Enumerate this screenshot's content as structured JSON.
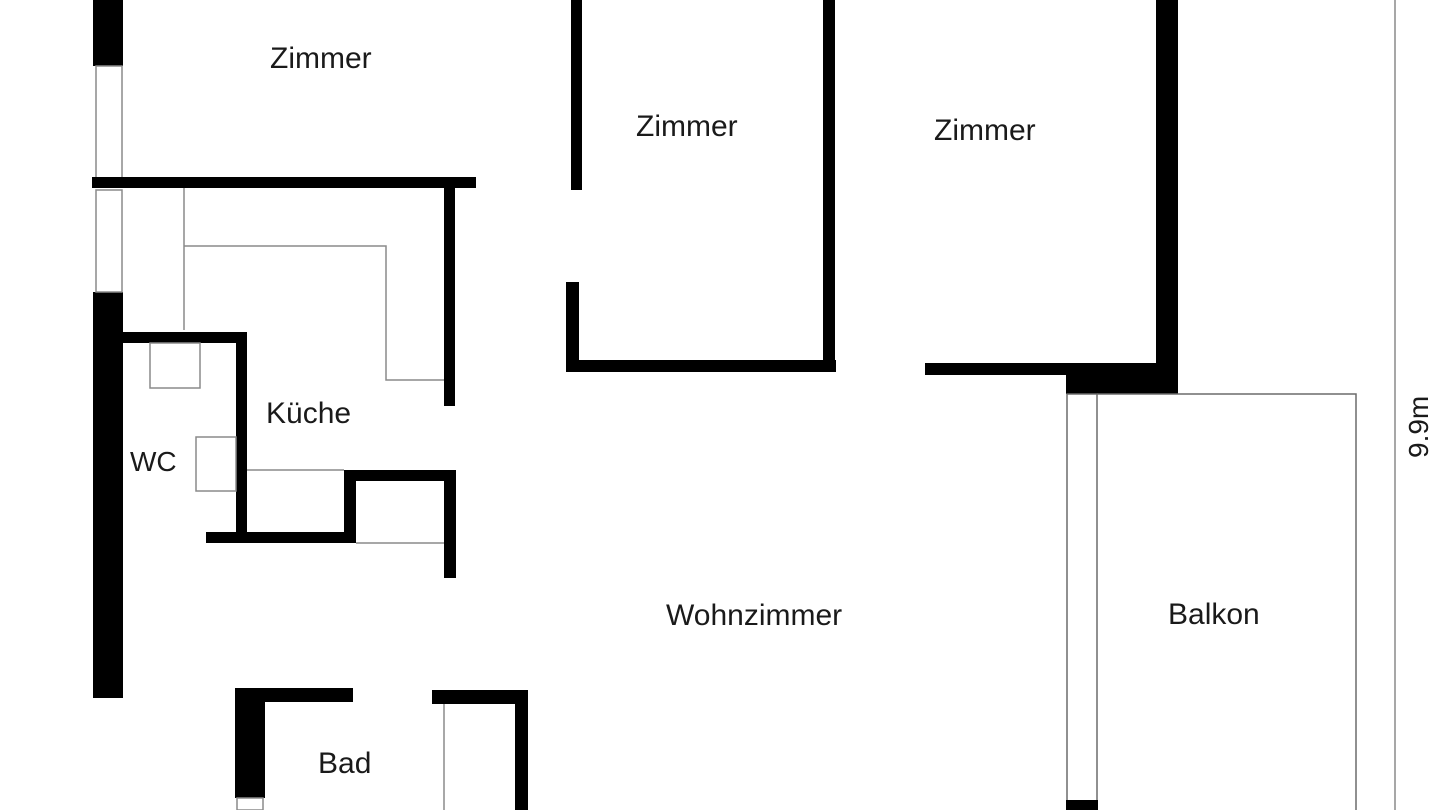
{
  "rooms": {
    "zimmer_1": "Zimmer",
    "zimmer_2": "Zimmer",
    "zimmer_3": "Zimmer",
    "kueche": "Küche",
    "wc": "WC",
    "wohnzimmer": "Wohnzimmer",
    "balkon": "Balkon",
    "bad": "Bad"
  },
  "dimension": {
    "height_label": "9.9m"
  }
}
